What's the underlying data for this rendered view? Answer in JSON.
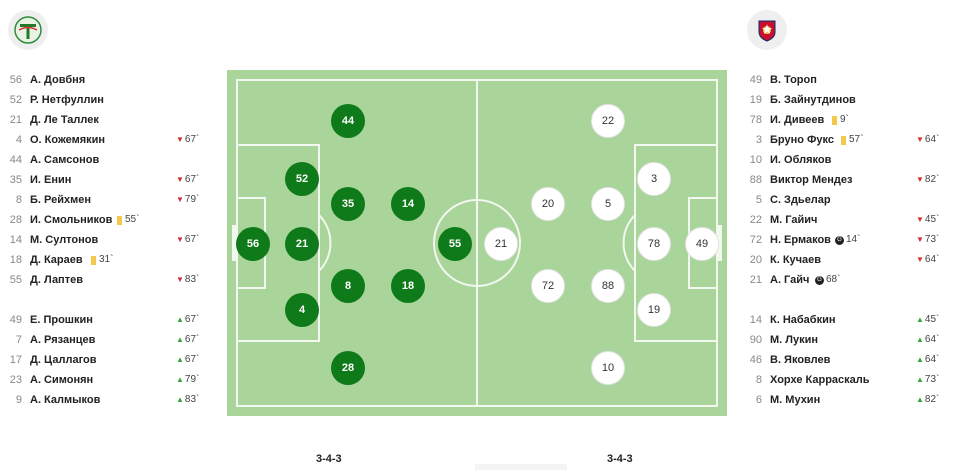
{
  "colors": {
    "home": "#0e7a19",
    "away": "#ffffff",
    "pitch": "#a9d49a",
    "lines": "#f2f8ef"
  },
  "home": {
    "formation": "3-4-3",
    "logo_icon": "lokomotiv-crest",
    "starters": [
      {
        "num": "56",
        "name": "А. Довбня"
      },
      {
        "num": "52",
        "name": "Р. Нетфуллин"
      },
      {
        "num": "21",
        "name": "Д. Ле Таллек"
      },
      {
        "num": "4",
        "name": "О. Кожемякин",
        "out": "67`"
      },
      {
        "num": "44",
        "name": "А. Самсонов"
      },
      {
        "num": "35",
        "name": "И. Енин",
        "out": "67`"
      },
      {
        "num": "8",
        "name": "Б. Рейхмен",
        "out": "79`"
      },
      {
        "num": "28",
        "name": "И. Смольников",
        "card": "55`"
      },
      {
        "num": "14",
        "name": "М. Султонов",
        "out": "67`"
      },
      {
        "num": "18",
        "name": "Д. Караев",
        "card": "31`"
      },
      {
        "num": "55",
        "name": "Д. Лаптев",
        "out": "83`"
      }
    ],
    "subs": [
      {
        "num": "49",
        "name": "Е. Прошкин",
        "in": "67`"
      },
      {
        "num": "7",
        "name": "А. Рязанцев",
        "in": "67`"
      },
      {
        "num": "17",
        "name": "Д. Цаллагов",
        "in": "67`"
      },
      {
        "num": "23",
        "name": "А. Симонян",
        "in": "79`"
      },
      {
        "num": "9",
        "name": "А. Калмыков",
        "in": "83`"
      }
    ],
    "pitch_players": [
      "56",
      "52",
      "21",
      "4",
      "44",
      "35",
      "8",
      "28",
      "14",
      "18",
      "55"
    ]
  },
  "away": {
    "formation": "3-4-3",
    "logo_icon": "cska-crest",
    "starters": [
      {
        "num": "49",
        "name": "В. Тороп"
      },
      {
        "num": "19",
        "name": "Б. Зайнутдинов"
      },
      {
        "num": "78",
        "name": "И. Дивеев",
        "card": "9`"
      },
      {
        "num": "3",
        "name": "Бруно Фукс",
        "card": "57`",
        "out": "64`"
      },
      {
        "num": "10",
        "name": "И. Обляков"
      },
      {
        "num": "88",
        "name": "Виктор Мендез",
        "out": "82`"
      },
      {
        "num": "5",
        "name": "С. Здьелар"
      },
      {
        "num": "22",
        "name": "М. Гайич",
        "out": "45`"
      },
      {
        "num": "72",
        "name": "Н. Ермаков",
        "goal": "14`",
        "out": "73`"
      },
      {
        "num": "20",
        "name": "К. Кучаев",
        "out": "64`"
      },
      {
        "num": "21",
        "name": "А. Гайч",
        "goal": "68`"
      }
    ],
    "subs": [
      {
        "num": "14",
        "name": "К. Набабкин",
        "in": "45`"
      },
      {
        "num": "90",
        "name": "М. Лукин",
        "in": "64`"
      },
      {
        "num": "46",
        "name": "В. Яковлев",
        "in": "64`"
      },
      {
        "num": "8",
        "name": "Хорхе Карраскаль",
        "in": "73`"
      },
      {
        "num": "6",
        "name": "М. Мухин",
        "in": "82`"
      }
    ],
    "pitch_players": [
      "22",
      "3",
      "20",
      "5",
      "72",
      "88",
      "19",
      "10",
      "21",
      "78",
      "49"
    ]
  }
}
